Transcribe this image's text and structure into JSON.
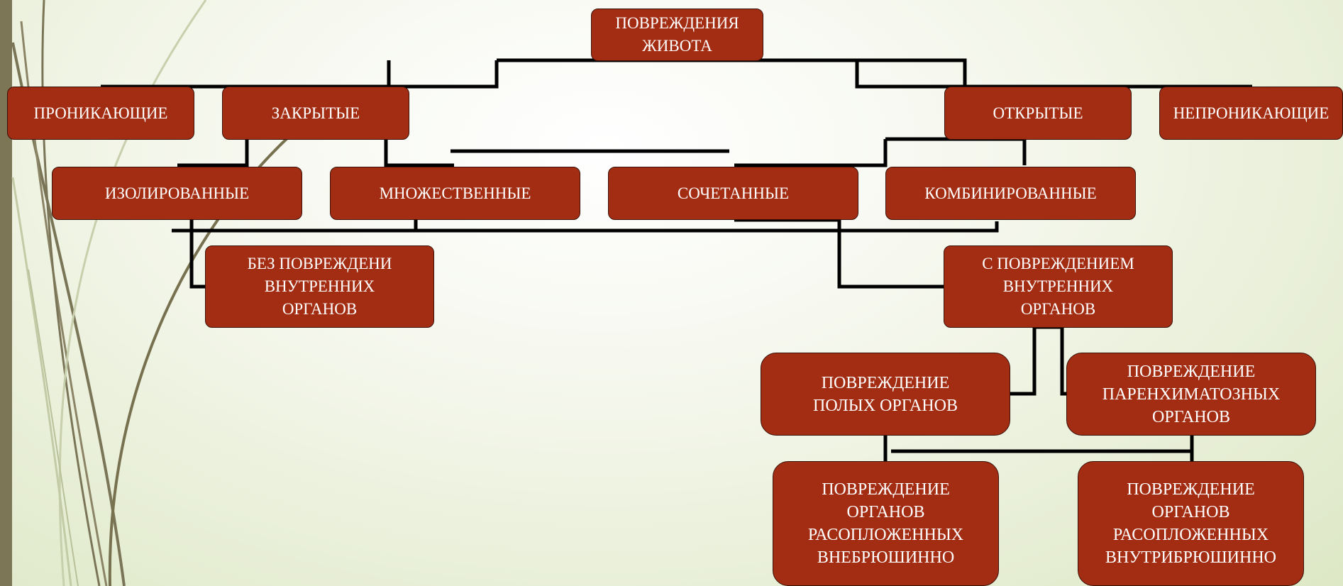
{
  "diagram": {
    "root": "ПОВРЕЖДЕНИЯ\nЖИВОТА",
    "level1": {
      "penetrating": "ПРОНИКАЮЩИЕ",
      "closed": "ЗАКРЫТЫЕ",
      "open": "ОТКРЫТЫЕ",
      "non_penetrating": "НЕПРОНИКАЮЩИЕ"
    },
    "level2": {
      "isolated": "ИЗОЛИРОВАННЫЕ",
      "multiple": "МНОЖЕСТВЕННЫЕ",
      "associated": "СОЧЕТАННЫЕ",
      "combined": "КОМБИНИРОВАННЫЕ"
    },
    "level3": {
      "without_organ_damage": "БЕЗ ПОВРЕЖДЕНИ\nВНУТРЕННИХ\nОРГАНОВ",
      "with_organ_damage": "С ПОВРЕЖДЕНИЕМ\nВНУТРЕННИХ\nОРГАНОВ"
    },
    "level4": {
      "hollow_organs": "ПОВРЕЖДЕНИЕ\nПОЛЫХ ОРГАНОВ",
      "parenchymal_organs": "ПОВРЕЖДЕНИЕ\nПАРЕНХИМАТОЗНЫХ\nОРГАНОВ"
    },
    "level5": {
      "retroperitoneal": "ПОВРЕЖДЕНИЕ\nОРГАНОВ\nРАСОПЛОЖЕННЫХ\nВНЕБРЮШИННО",
      "intraperitoneal": "ПОВРЕЖДЕНИЕ\nОРГАНОВ\nРАСОПЛОЖЕННЫХ\nВНУТРИБРЮШИННО"
    }
  },
  "colors": {
    "node_fill": "#a32d13",
    "node_text": "#ffffff",
    "connector": "#000000",
    "background": "#eef3e2",
    "left_strip": "#7c7656"
  }
}
